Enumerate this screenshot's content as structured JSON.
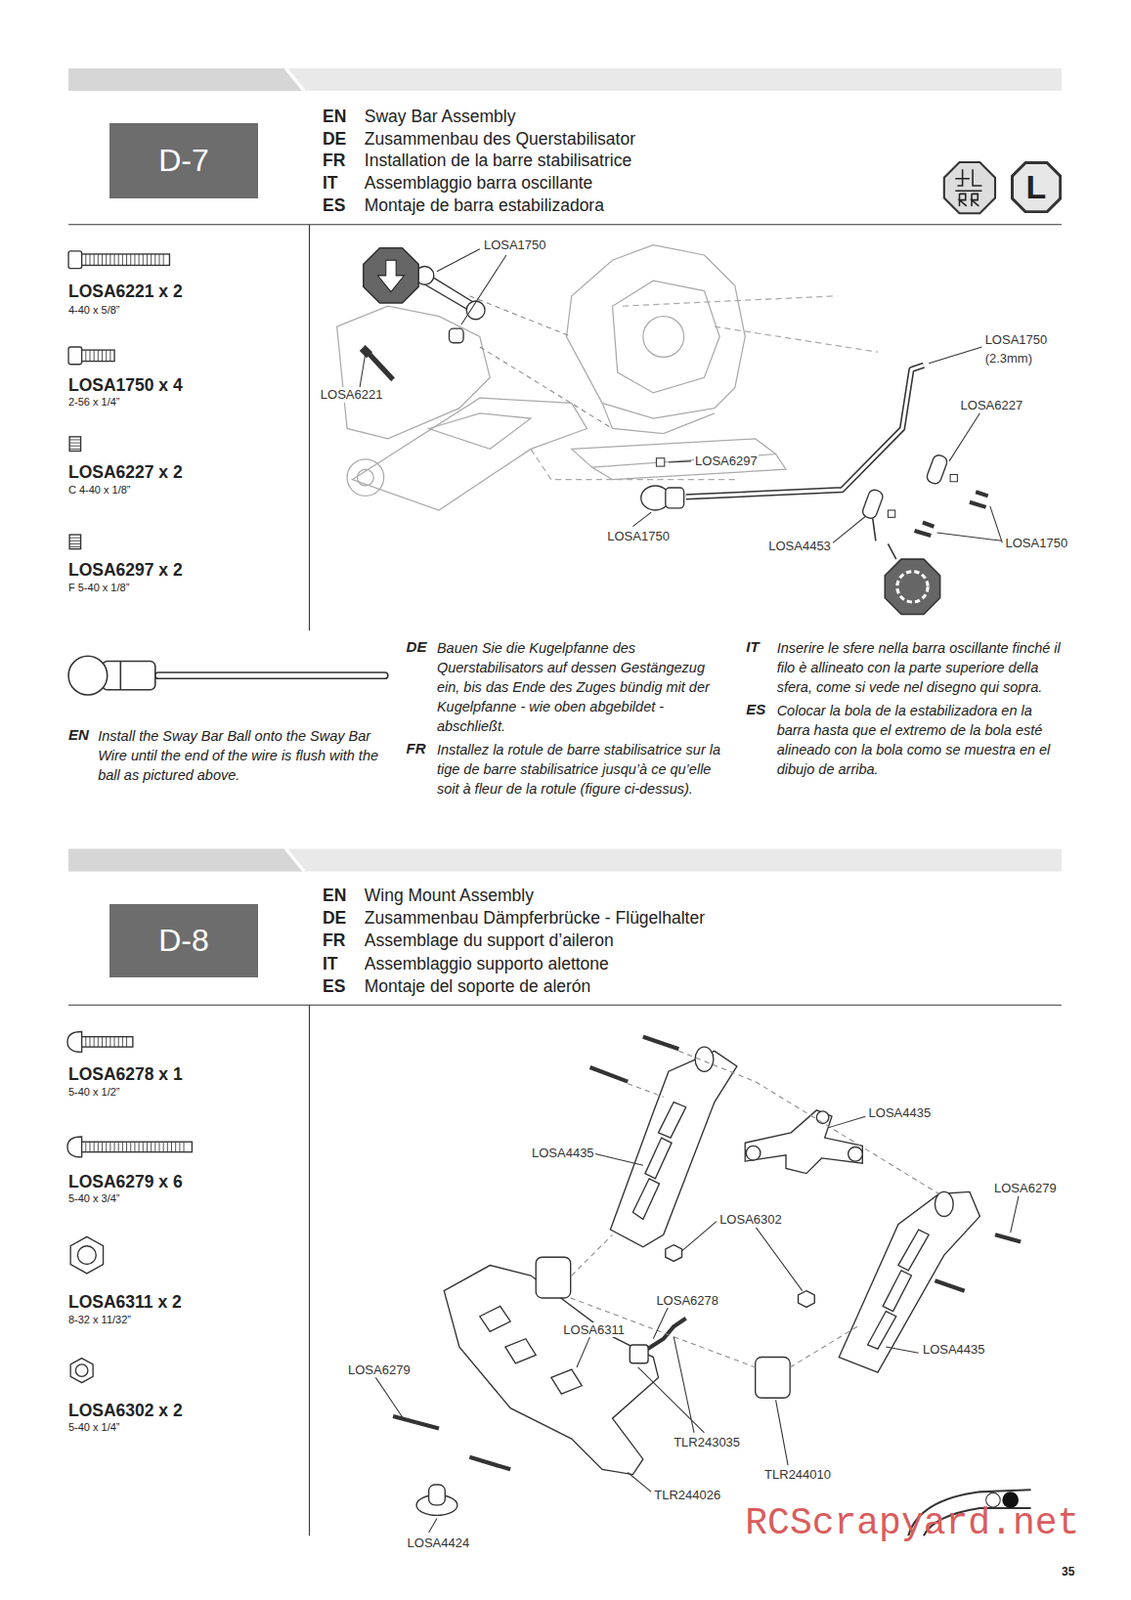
{
  "diagram": {
    "nodes": [
      {
        "text": [
          "D-7"
        ]
      },
      {
        "text": [
          "L"
        ]
      },
      {
        "text": [
          "D-8"
        ]
      }
    ],
    "labels": [
      "EN",
      "Sway Bar Assembly",
      "DE",
      "Zusammenbau des Querstabilisator",
      "FR",
      "Installation de la barre stabilisatrice",
      "IT",
      "Assemblaggio barra oscillante",
      "ES",
      "Montaje de barra estabilizadora",
      "LOSA6221 x 2",
      "4-40 x 5/8”",
      "LOSA1750 x 4",
      "2-56 x 1/4”",
      "LOSA6227 x 2",
      "C 4-40 x 1/8”",
      "LOSA6297 x 2",
      "F 5-40 x 1/8”",
      "LOSA1750",
      "LOSA1750",
      "(2.3mm)",
      "LOSA6227",
      "LOSA6221",
      "LOSA6297",
      "LOSA1750",
      "LOSA4453",
      "LOSA1750",
      "EN",
      "Install the Sway Bar Ball onto the Sway Bar Wire until the end of the wire is flush with the ball as pictured above.",
      "DE",
      "Bauen Sie die Kugelpfanne des Querstabilisators auf dessen Gestängezug ein, bis das Ende des Zuges bündig mit der Kugelpfanne - wie oben abgebildet - abschließt.",
      "FR",
      "Installez la rotule de barre stabilisatrice sur la tige de barre stabilisatrice jusqu’à ce qu’elle soit à fleur de la rotule (figure ci-dessus).",
      "IT",
      "Inserire le sfere nella barra oscillante finché il filo è allineato con la parte superiore della sfera, come si vede nel disegno qui sopra.",
      "ES",
      "Colocar la bola de la estabilizadora en la barra hasta que el extremo de la bola esté alineado con la bola como se muestra en el dibujo de arriba.",
      "EN",
      "Wing Mount Assembly",
      "DE",
      "Zusammenbau Dämpferbrücke - Flügelhalter",
      "FR",
      "Assemblage du support d’aileron",
      "IT",
      "Assemblaggio supporto alettone",
      "ES",
      "Montaje del soporte de alerón",
      "LOSA6278 x 1",
      "5-40 x 1/2”",
      "LOSA6279 x 6",
      "5-40 x 3/4”",
      "LOSA6311 x 2",
      "8-32 x 11/32”",
      "LOSA6302 x 2",
      "5-40 x 1/4”",
      "LOSA4435",
      "LOSA4435",
      "LOSA6279",
      "LOSA6302",
      "LOSA6278",
      "LOSA6311",
      "LOSA4435",
      "LOSA6279",
      "TLR243035",
      "TLR244010",
      "TLR244026",
      "LOSA4424",
      "RCScrapyard.net",
      "35"
    ]
  }
}
